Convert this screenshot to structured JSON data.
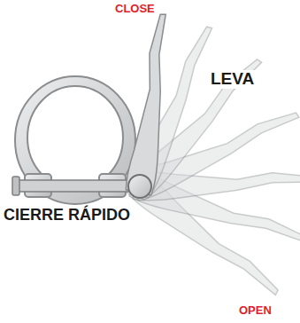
{
  "diagram": {
    "labels": [
      "CLOSE",
      "LEVA",
      "CIERRE RÁPIDO",
      "OPEN"
    ]
  }
}
